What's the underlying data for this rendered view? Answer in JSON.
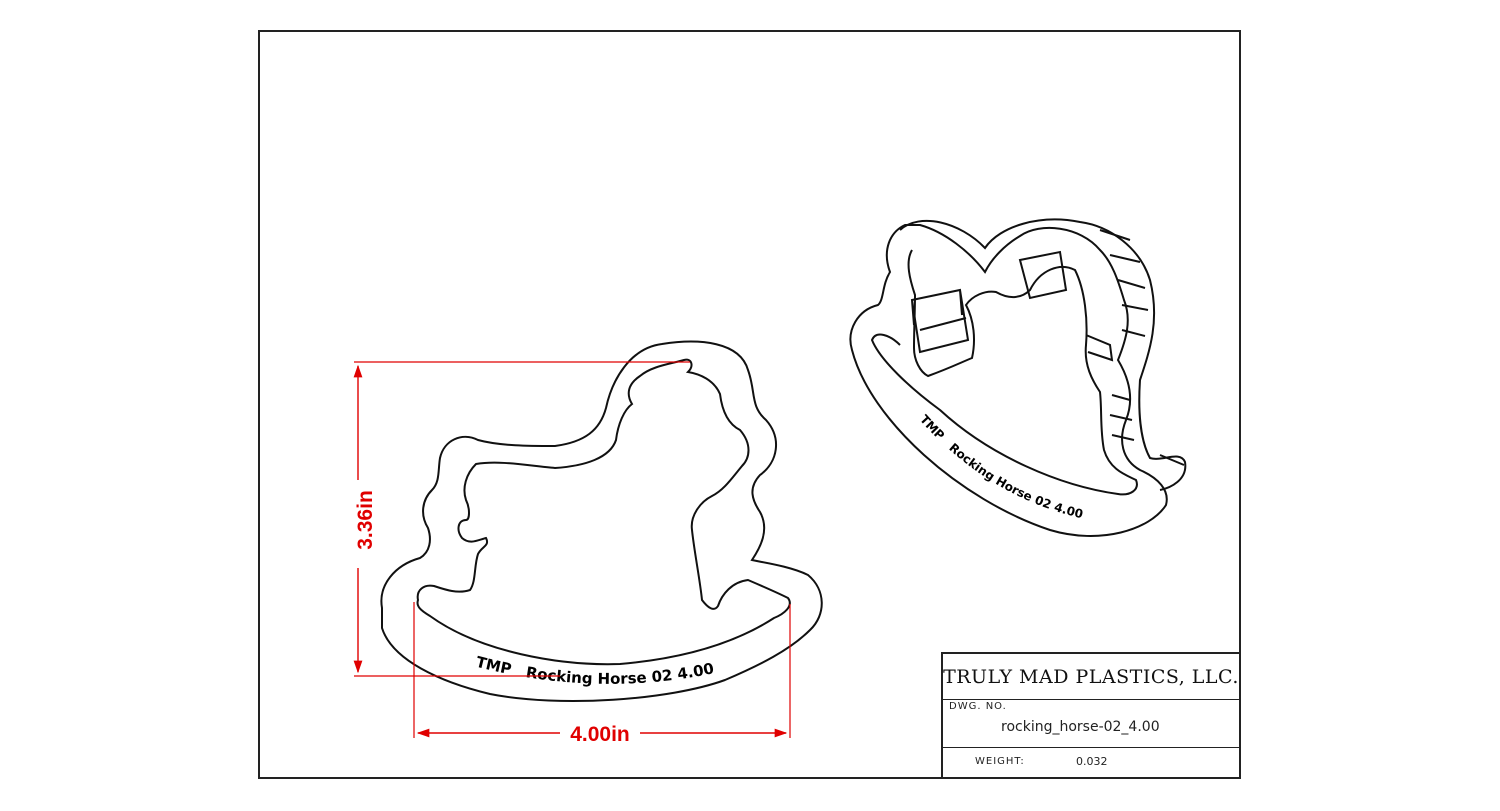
{
  "title_block": {
    "company": "TRULY MAD PLASTICS, LLC.",
    "dwg_no_label": "DWG. NO.",
    "dwg_no": "rocking_horse-02_4.00",
    "weight_label": "WEIGHT:",
    "weight": "0.032"
  },
  "dimensions": {
    "height": "3.36in",
    "width": "4.00in"
  },
  "emboss_text": {
    "brand": "TMP",
    "label": "Rocking Horse 02  4.00"
  },
  "colors": {
    "dimension": "#e00000",
    "line": "#111111"
  }
}
